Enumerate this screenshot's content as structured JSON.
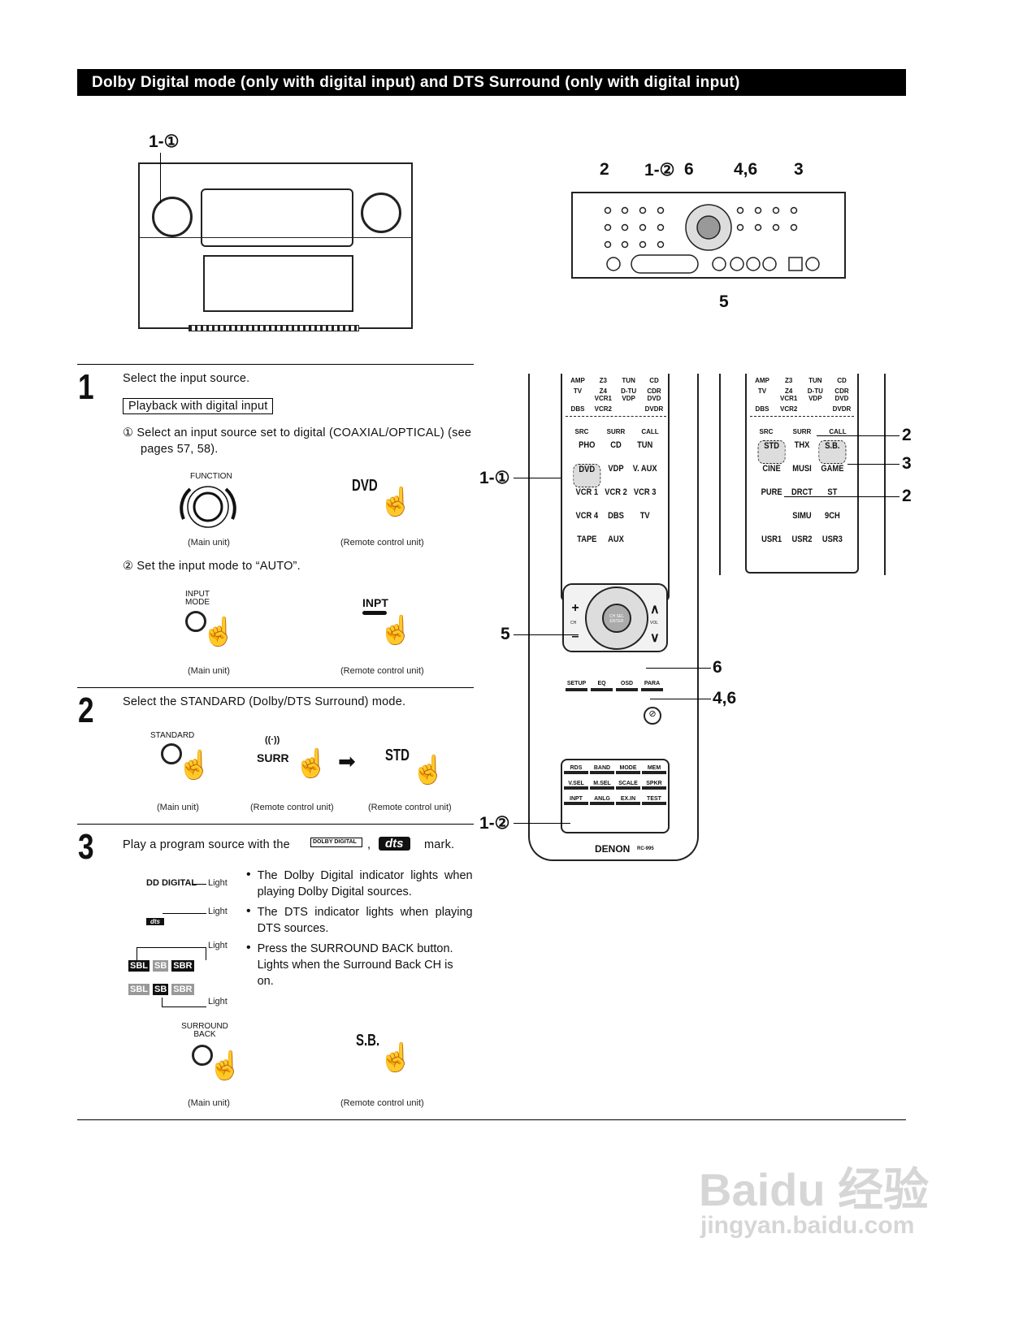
{
  "header": {
    "title": "Dolby Digital mode (only with digital input) and DTS Surround (only with digital input)"
  },
  "figure_callouts": {
    "front_panel": "1-①",
    "subpanel": [
      "2",
      "1-②",
      "6",
      "4,6",
      "3",
      "5"
    ],
    "remote_left": [
      "1-①",
      "5",
      "6",
      "4,6",
      "1-②"
    ],
    "remote_right": [
      "2",
      "3",
      "2"
    ]
  },
  "step1": {
    "number": "1",
    "text": "Select the input source.",
    "box": "Playback with digital input",
    "sub1": "① Select an input source set to digital (COAXIAL/OPTICAL) (see pages 57, 58).",
    "function_label": "FUNCTION",
    "dvd_label": "DVD",
    "sub2": "② Set the input mode to “AUTO”.",
    "input_mode_label": "INPUT MODE",
    "inpt_label": "INPT",
    "main_caption": "(Main unit)",
    "remote_caption": "(Remote control unit)"
  },
  "step2": {
    "number": "2",
    "text": "Select the STANDARD (Dolby/DTS Surround) mode.",
    "standard_label": "STANDARD",
    "surr_label": "SURR",
    "std_label": "STD",
    "main_caption": "(Main unit)",
    "remote_caption": "(Remote control unit)"
  },
  "step3": {
    "number": "3",
    "text_before": "Play a program source with the",
    "text_sep": ",",
    "text_after": "mark.",
    "dolby_logo": "DOLBY DIGITAL",
    "dts_logo": "dts",
    "dd_indicator": "DD DIGITAL",
    "light": "Light",
    "sb_indicators": [
      "SBL",
      "SB",
      "SBR"
    ],
    "bullets": [
      "The Dolby Digital indicator lights when playing Dolby Digital sources.",
      "The DTS indicator lights when playing DTS sources.",
      "Press the SURROUND BACK button. Lights when the Surround Back CH is on."
    ],
    "surround_back_label": "SURROUND BACK",
    "sb_label": "S.B.",
    "main_caption": "(Main unit)",
    "remote_caption": "(Remote control unit)"
  },
  "remote": {
    "top_rows": [
      [
        "AMP",
        "Z3",
        "TUN",
        "CD"
      ],
      [
        "TV",
        "Z4 VCR1",
        "D-TU VDP",
        "CDR DVD"
      ],
      [
        "DBS",
        "VCR2",
        "",
        "DVDR"
      ]
    ],
    "src_row": [
      "SRC",
      "SURR",
      "CALL"
    ],
    "left_keys": [
      [
        "PHO",
        "CD",
        "TUN"
      ],
      [
        "DVD",
        "VDP",
        "V. AUX"
      ],
      [
        "VCR 1",
        "VCR 2",
        "VCR 3"
      ],
      [
        "VCR 4",
        "DBS",
        "TV"
      ],
      [
        "TAPE",
        "AUX",
        ""
      ]
    ],
    "right_keys": [
      [
        "STD",
        "THX",
        "S.B."
      ],
      [
        "CINE",
        "MUSI",
        "GAME"
      ],
      [
        "PURE",
        "DRCT",
        "ST"
      ],
      [
        "",
        "SIMU",
        "9CH"
      ],
      [
        "USR1",
        "USR2",
        "USR3"
      ]
    ],
    "nav": {
      "ch": "CH",
      "vol": "VOL",
      "enter": "CH SEL ENTER"
    },
    "func_row": [
      "SETUP",
      "EQ",
      "OSD",
      "PARA"
    ],
    "lower_keys": [
      [
        "RDS",
        "BAND",
        "MODE",
        "MEM"
      ],
      [
        "V.SEL",
        "M.SEL",
        "SCALE",
        "SPKR"
      ],
      [
        "INPT",
        "ANLG",
        "EX.IN",
        "TEST"
      ]
    ],
    "brand": "DENON",
    "model": "RC-995"
  },
  "watermark": {
    "text": "Baidu 经验",
    "url": "jingyan.baidu.com"
  }
}
